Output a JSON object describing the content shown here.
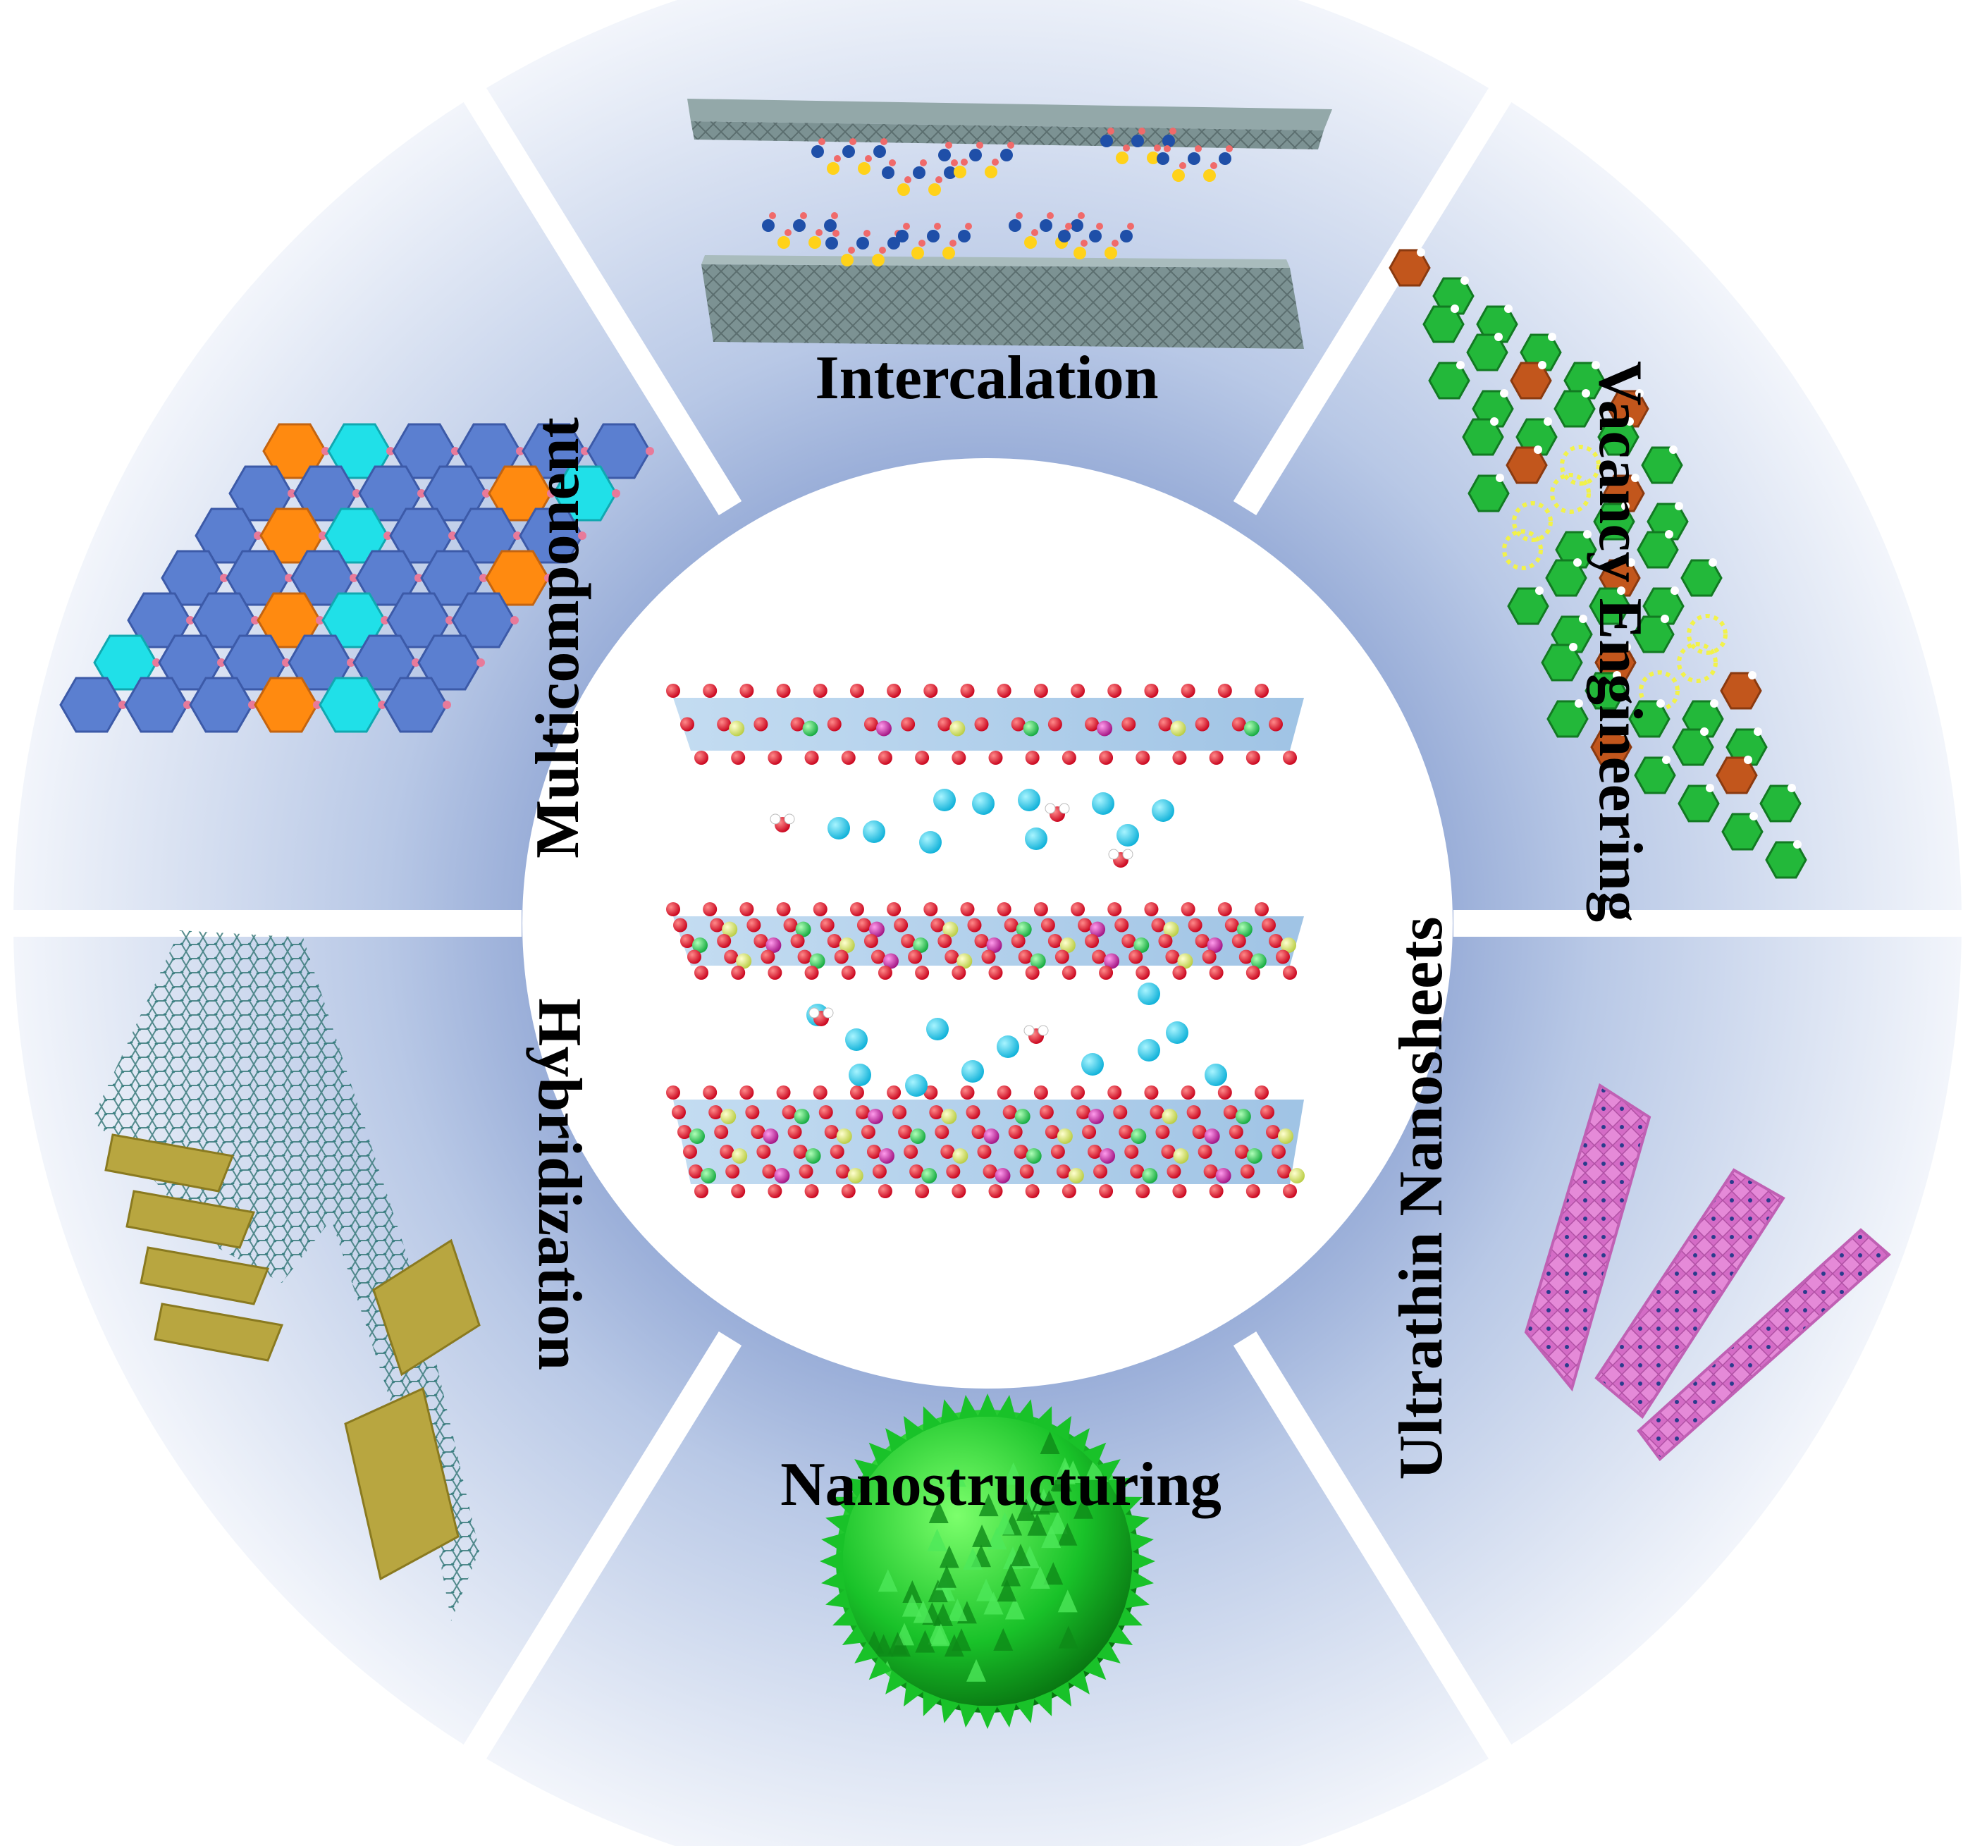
{
  "segments": [
    {
      "key": "intercalation",
      "label": "Intercalation"
    },
    {
      "key": "vacancy",
      "label": "Vacancy Engineering"
    },
    {
      "key": "ultrathin",
      "label": "Ultrathin Nanosheets"
    },
    {
      "key": "nanostructuring",
      "label": "Nanostructuring"
    },
    {
      "key": "hybridization",
      "label": "Hybridization"
    },
    {
      "key": "multicomponent",
      "label": "Multicomponent"
    }
  ],
  "colors": {
    "ring_dark": "#9fb3da",
    "ring_light": "#eef2fa",
    "layer_sheet": "#a9cbe8",
    "oxygen": "#e0102a",
    "metal_yellow": "#d8e86a",
    "metal_green": "#2ec85a",
    "metal_magenta": "#c02a9e",
    "interlayer_ion": "#19c8e8",
    "slab_gray": "#7c9293",
    "poly_blue": "#5b7fd0",
    "poly_orange": "#ff8a10",
    "poly_cyan": "#20e0e8",
    "vacancy_green": "#23b83a",
    "vacancy_brown": "#c2561c",
    "nanosheet_pink": "#e58ad8",
    "sphere_green": "#19c229",
    "hybrid_gold": "#b8a640"
  }
}
